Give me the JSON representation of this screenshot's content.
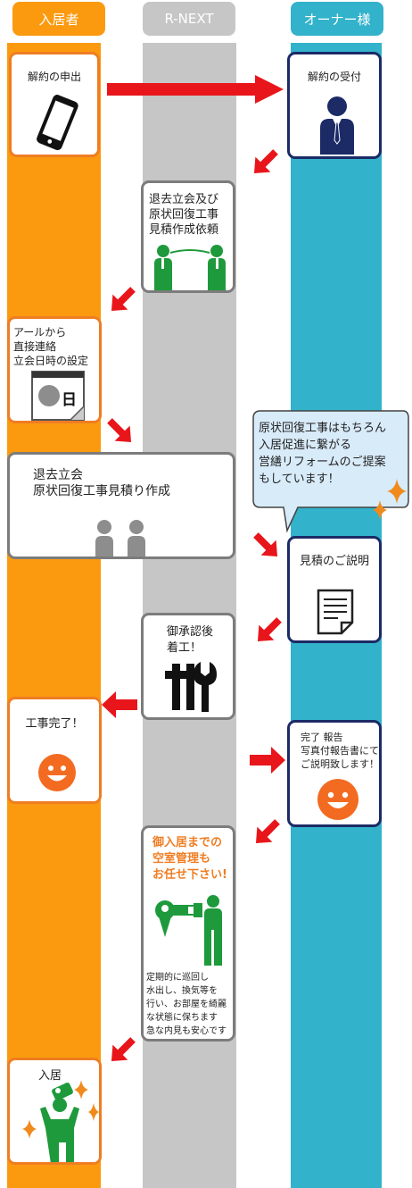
{
  "lanes": {
    "tenant": {
      "label": "入居者",
      "color": "#fb9a0f"
    },
    "rnext": {
      "label": "R-NEXT",
      "color": "#c6c6c6"
    },
    "owner": {
      "label": "オーナー様",
      "color": "#33b2cb"
    }
  },
  "steps": {
    "cancel_request": "解約の申出",
    "cancel_receive": "解約の受付",
    "estimate_request_1": "退去立会及び",
    "estimate_request_2": "原状回復工事",
    "estimate_request_3": "見積作成依頼",
    "contact_1": "アールから",
    "contact_2": "直接連絡",
    "contact_3": "立会日時の設定",
    "calendar_char": "日",
    "inspection_1": "退去立会",
    "inspection_2": "原状回復工事見積り作成",
    "proposal_1": "原状回復工事はもちろん",
    "proposal_2": "入居促進に繋がる",
    "proposal_3": "営繕リフォームのご提案",
    "proposal_4": "もしています！",
    "estimate_explain": "見積のご説明",
    "start_1": "御承認後",
    "start_2": "着工！",
    "complete": "工事完了！",
    "report_1": "完了 報告",
    "report_2": "写真付報告書にて",
    "report_3": "ご説明致します！",
    "vacancy_1": "御入居までの",
    "vacancy_2": "空室管理も",
    "vacancy_3": "お任せ下さい!",
    "vacancy_d1": "定期的に巡回し",
    "vacancy_d2": "水出し、換気等を",
    "vacancy_d3": "行い、お部屋を綺麗",
    "vacancy_d4": "な状態に保ちます",
    "vacancy_d5": "急な内見も安心です",
    "move_in": "入居"
  },
  "colors": {
    "arrow": "#e8161b",
    "accent_orange": "#ef7d22",
    "people_green": "#1e9a3c",
    "owner_navy": "#1c2a66",
    "smile_orange": "#f26b21"
  }
}
